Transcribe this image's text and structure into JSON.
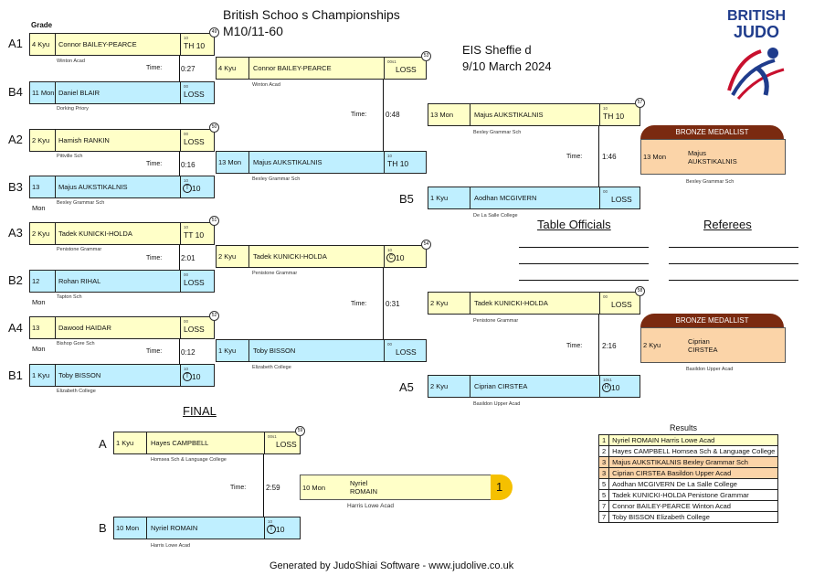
{
  "header": {
    "title_line1": "British Schoo s Championships",
    "title_line2": "M10/11-60",
    "venue": "EIS Sheffie d",
    "dates": "9/10 March 2024",
    "grade_label": "Grade",
    "logo_line1": "BRITISH",
    "logo_line2": "JUDO"
  },
  "labels": {
    "time": "Time:",
    "bronze": "BRONZE MEDALLIST",
    "final": "FINAL",
    "table_officials": "Table Officials",
    "referees": "Referees",
    "results": "Results",
    "footer": "Generated by JudoShiai Software - www.judolive.co.uk"
  },
  "r1": [
    {
      "pos": "A1",
      "grade": "4 Kyu",
      "name": "Connor BAILEY-PEARCE",
      "club": "Winton Acad",
      "score": "10",
      "result": "TH 10",
      "num": "49"
    },
    {
      "pos": "B4",
      "grade": "11 Mon",
      "name": "Daniel BLAIR",
      "club": "Dorking Priory",
      "score": "00",
      "result": "LOSS",
      "time": "0:27"
    },
    {
      "pos": "A2",
      "grade": "2 Kyu",
      "name": "Hamish RANKIN",
      "club": "Pittville Sch",
      "score": "00",
      "result": "LOSS",
      "num": "50"
    },
    {
      "pos": "B3",
      "grade": "13 Mon",
      "name": "Majus AUKSTIKALNIS",
      "club": "Bexley Grammar Sch",
      "score": "10",
      "result": "10",
      "icon": "T",
      "time": "0:16"
    },
    {
      "pos": "A3",
      "grade": "2 Kyu",
      "name": "Tadek KUNICKI-HOLDA",
      "club": "Penistone Grammar",
      "score": "10",
      "result": "TT 10",
      "num": "51"
    },
    {
      "pos": "B2",
      "grade": "12 Mon",
      "name": "Rohan RIHAL",
      "club": "Tapton Sch",
      "score": "00",
      "result": "LOSS",
      "time": "2:01"
    },
    {
      "pos": "A4",
      "grade": "13 Mon",
      "name": "Dawood HAIDAR",
      "club": "Bishop Gore Sch",
      "score": "00",
      "result": "LOSS",
      "num": "52"
    },
    {
      "pos": "B1",
      "grade": "1 Kyu",
      "name": "Toby BISSON",
      "club": "Elizabeth College",
      "score": "10",
      "result": "10",
      "icon": "T",
      "time": "0:12"
    }
  ],
  "r2": [
    {
      "grade": "4 Kyu",
      "name": "Connor BAILEY-PEARCE",
      "club": "Winton Acad",
      "score": "00s1",
      "result": "LOSS",
      "num": "53"
    },
    {
      "grade": "13 Mon",
      "name": "Majus AUKSTIKALNIS",
      "club": "Bexley Grammar Sch",
      "score": "10",
      "result": "TH 10",
      "time": "0:48"
    },
    {
      "grade": "2 Kyu",
      "name": "Tadek KUNICKI-HOLDA",
      "club": "Penistone Grammar",
      "score": "10",
      "result": "10",
      "icon": "C",
      "num": "54"
    },
    {
      "grade": "1 Kyu",
      "name": "Toby BISSON",
      "club": "Elizabeth College",
      "score": "00",
      "result": "LOSS",
      "time": "0:31"
    }
  ],
  "rep": [
    {
      "grade": "13 Mon",
      "name": "Majus AUKSTIKALNIS",
      "club": "Bexley Grammar Sch",
      "score": "10",
      "result": "TH 10",
      "num": "57",
      "time": "1:46"
    },
    {
      "pos": "B5",
      "grade": "1 Kyu",
      "name": "Aodhan MCGIVERN",
      "club": "De La Salle College",
      "score": "00",
      "result": "LOSS"
    },
    {
      "grade": "2 Kyu",
      "name": "Tadek KUNICKI-HOLDA",
      "club": "Penistone Grammar",
      "score": "00",
      "result": "LOSS",
      "num": "58",
      "time": "2:16"
    },
    {
      "pos": "A5",
      "grade": "2 Kyu",
      "name": "Ciprian CIRSTEA",
      "club": "Basildon Upper Acad",
      "score": "10s1",
      "result": "10",
      "icon": "H"
    }
  ],
  "bronze": [
    {
      "grade": "13 Mon",
      "name1": "Majus",
      "name2": "AUKSTIKALNIS",
      "club": "Bexley Grammar Sch"
    },
    {
      "grade": "2 Kyu",
      "name1": "Ciprian",
      "name2": "CIRSTEA",
      "club": "Basildon Upper Acad"
    }
  ],
  "final": [
    {
      "pos": "A",
      "grade": "1 Kyu",
      "name": "Hayes CAMPBELL",
      "club": "Homsea Sch & Language College",
      "score": "00s1",
      "result": "LOSS",
      "num": "59"
    },
    {
      "pos": "B",
      "grade": "10 Mon",
      "name": "Nyriel ROMAIN",
      "club": "Harris Lowe Acad",
      "score": "10",
      "result": "10",
      "icon": "T",
      "time": "2:59"
    }
  ],
  "winner": {
    "grade": "10 Mon",
    "name1": "Nyriel",
    "name2": "ROMAIN",
    "club": "Harris Lowe Acad",
    "place": "1"
  },
  "results": [
    {
      "place": "1",
      "text": "Nyriel ROMAIN Harris Lowe Acad",
      "color": "#ffffc8"
    },
    {
      "place": "2",
      "text": "Hayes CAMPBELL Homsea Sch & Language College",
      "color": "#ffffff"
    },
    {
      "place": "3",
      "text": "Majus AUKSTIKALNIS Bexley Grammar Sch",
      "color": "#fbd4a8"
    },
    {
      "place": "3",
      "text": "Ciprian CIRSTEA Basildon Upper Acad",
      "color": "#fbd4a8"
    },
    {
      "place": "5",
      "text": "Aodhan MCGIVERN De La Salle College",
      "color": "#ffffff"
    },
    {
      "place": "5",
      "text": "Tadek KUNICKI-HOLDA Penistone Grammar",
      "color": "#ffffff"
    },
    {
      "place": "7",
      "text": "Connor BAILEY-PEARCE Winton Acad",
      "color": "#ffffff"
    },
    {
      "place": "7",
      "text": "Toby BISSON Elizabeth College",
      "color": "#ffffff"
    }
  ]
}
